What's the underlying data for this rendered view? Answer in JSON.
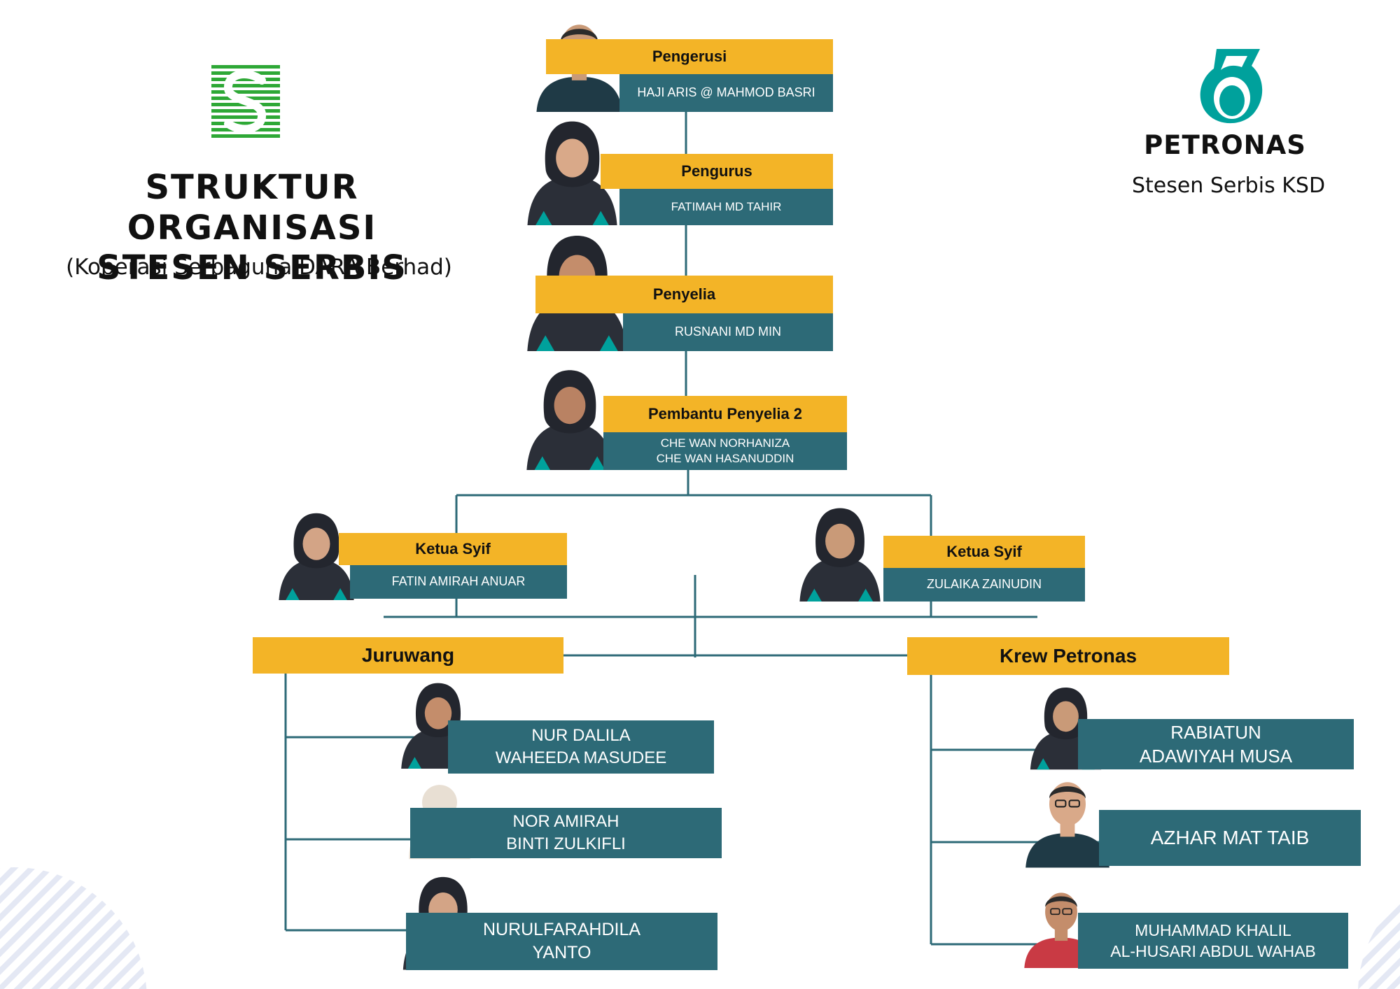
{
  "title": {
    "line1": "STRUKTUR ORGANISASI",
    "line2": "STESEN SERBIS",
    "subtitle": "(Koperasi Serbaguna DARA Berhad)"
  },
  "brand": {
    "name": "PETRONAS",
    "station": "Stesen Serbis KSD",
    "teal": "#00A19C",
    "ksd_green": "#2EA836"
  },
  "colors": {
    "role_bar": "#F3B427",
    "name_bar": "#2D6A77",
    "line": "#2D6A77"
  },
  "nodes": [
    {
      "id": "pengerusi",
      "role": "Pengerusi",
      "names": [
        "HAJI ARIS @ MAHMOD BASRI"
      ],
      "photo": "man-portrait-icon"
    },
    {
      "id": "pengurus",
      "role": "Pengurus",
      "names": [
        "FATIMAH MD TAHIR"
      ],
      "photo": "woman-hijab-portrait-icon"
    },
    {
      "id": "penyelia",
      "role": "Penyelia",
      "names": [
        "RUSNANI MD MIN"
      ],
      "photo": "woman-hijab-portrait-icon"
    },
    {
      "id": "pembantu",
      "role": "Pembantu Penyelia 2",
      "names": [
        "CHE WAN NORHANIZA",
        "CHE WAN HASANUDDIN"
      ],
      "photo": "woman-hijab-portrait-icon"
    },
    {
      "id": "ketua1",
      "role": "Ketua Syif",
      "names": [
        "FATIN AMIRAH ANUAR"
      ],
      "photo": "woman-hijab-portrait-icon"
    },
    {
      "id": "ketua2",
      "role": "Ketua Syif",
      "names": [
        "ZULAIKA ZAINUDIN"
      ],
      "photo": "woman-hijab-portrait-icon"
    }
  ],
  "groups": [
    {
      "id": "juruwang",
      "label": "Juruwang"
    },
    {
      "id": "krew",
      "label": "Krew Petronas"
    }
  ],
  "members": [
    {
      "id": "m1",
      "group": "juruwang",
      "names": [
        "NUR DALILA",
        "WAHEEDA MASUDEE"
      ],
      "photo": "woman-hijab-portrait-icon"
    },
    {
      "id": "m2",
      "group": "juruwang",
      "names": [
        "NOR AMIRAH",
        "BINTI ZULKIFLI"
      ],
      "photo": "user-placeholder-icon"
    },
    {
      "id": "m3",
      "group": "juruwang",
      "names": [
        "NURULFARAHDILA",
        "YANTO"
      ],
      "photo": "woman-hijab-portrait-icon"
    },
    {
      "id": "m4",
      "group": "krew",
      "names": [
        "RABIATUN",
        "ADAWIYAH MUSA"
      ],
      "photo": "woman-hijab-portrait-icon"
    },
    {
      "id": "m5",
      "group": "krew",
      "names": [
        "AZHAR MAT TAIB"
      ],
      "photo": "man-portrait-icon"
    },
    {
      "id": "m6",
      "group": "krew",
      "names": [
        "MUHAMMAD KHALIL",
        "AL-HUSARI ABDUL WAHAB"
      ],
      "photo": "man-portrait-icon"
    }
  ]
}
